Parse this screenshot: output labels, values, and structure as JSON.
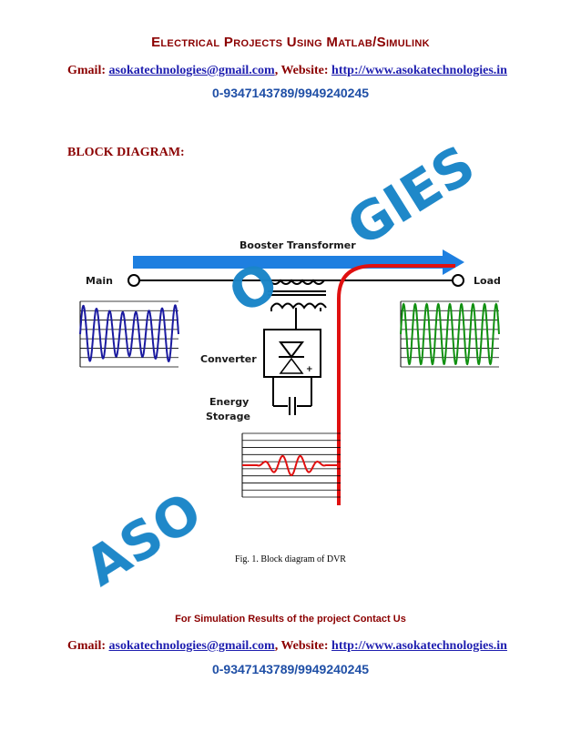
{
  "header": {
    "title": "Electrical Projects Using Matlab/Simulink",
    "gmail_label": "Gmail:",
    "email": "asokatechnologies@gmail.com",
    "website_label": "Website:",
    "website": "http://www.asokatechnologies.in",
    "phone": "0-9347143789/9949240245"
  },
  "section_heading": "BLOCK DIAGRAM:",
  "watermark": {
    "text_lower": "ASO",
    "text_upper": "GIES",
    "text_mid": "O",
    "color": "#1a86c8"
  },
  "diagram": {
    "booster_label": "Booster Transformer",
    "main_label": "Main",
    "load_label": "Load",
    "converter_label": "Converter",
    "energy_label_1": "Energy",
    "energy_label_2": "Storage",
    "arrow_color": "#1e7fe0",
    "path_color": "#e01010",
    "main_wave_color": "#1a1aa0",
    "load_wave_color": "#109010",
    "storage_wave_color": "#e01010"
  },
  "caption": "Fig. 1. Block diagram of DVR",
  "footer": {
    "note": "For Simulation Results of the project Contact Us",
    "gmail_label": "Gmail:",
    "email": "asokatechnologies@gmail.com",
    "website_label": "Website:",
    "website": "http://www.asokatechnologies.in",
    "phone": "0-9347143789/9949240245"
  }
}
